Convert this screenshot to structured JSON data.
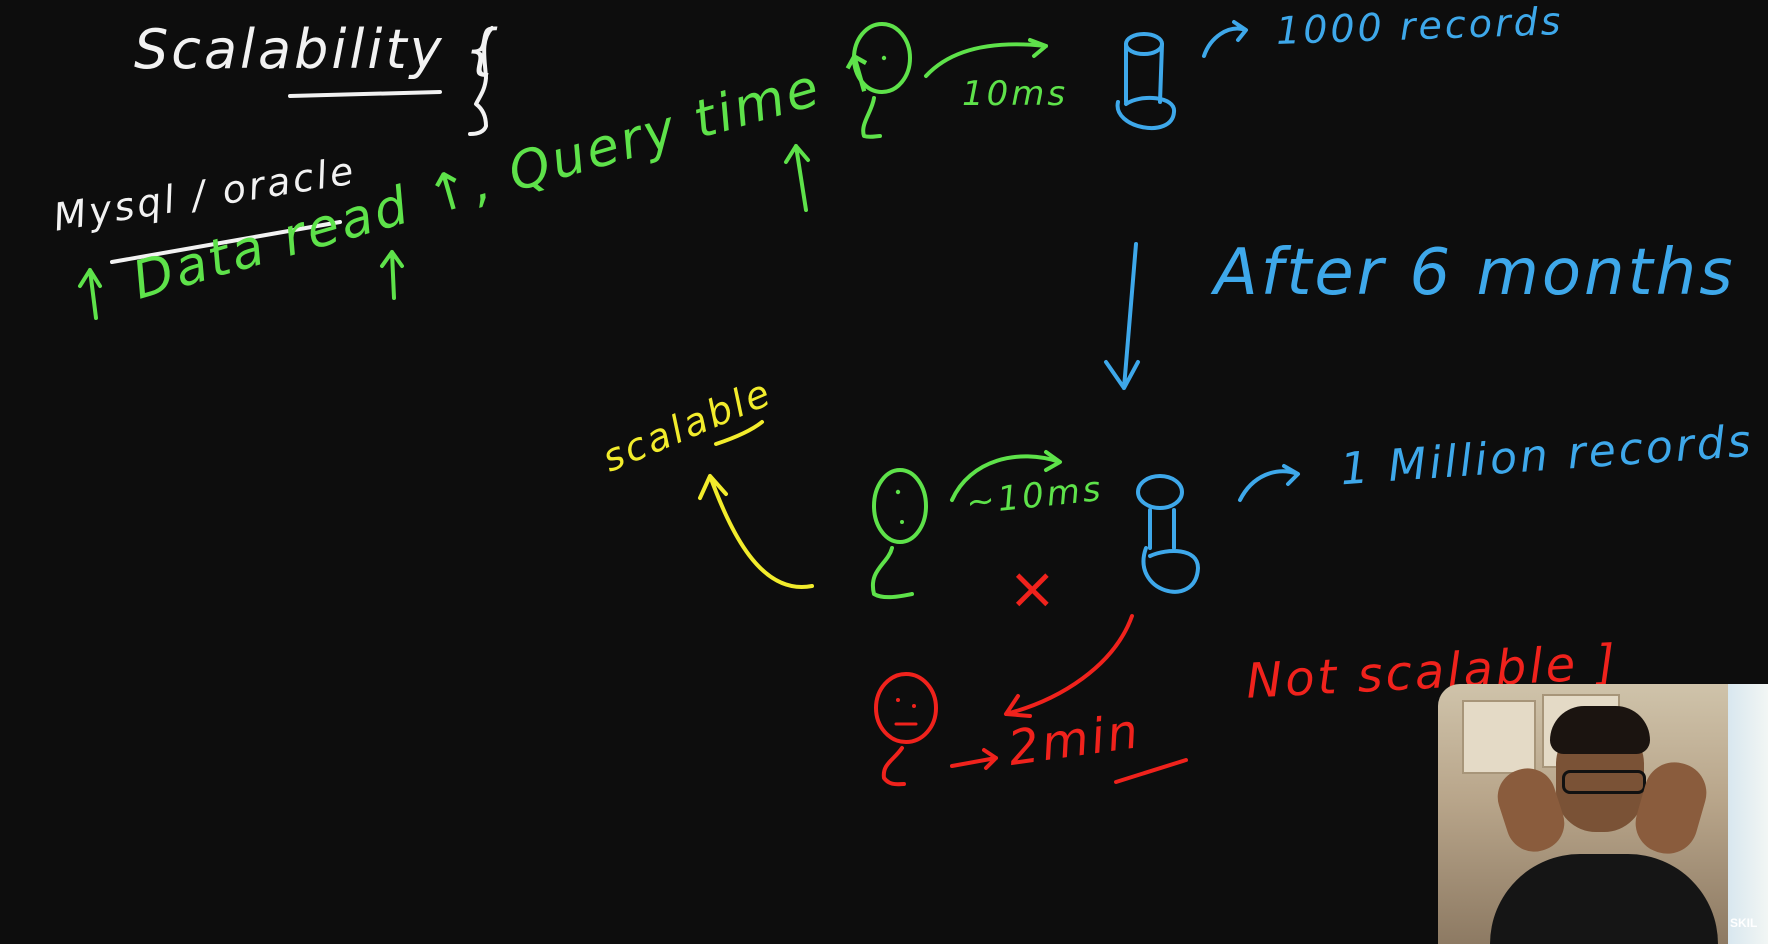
{
  "whiteboard": {
    "title": "Scalability {",
    "db_label": "Mysql / oracle",
    "data_read_text": "Data read ↑, Query time ↑",
    "latency_1": "10ms",
    "records_1": "1000 records",
    "after_text": "After 6 months",
    "latency_2": "~10ms",
    "records_2": "1 Million records",
    "scalable_text": "scalable",
    "latency_3": "2min",
    "not_scalable_text": "Not scalable ]",
    "cross_mark": "×"
  },
  "webcam": {
    "logo_text": "SKIL"
  },
  "colors": {
    "background": "#0d0d0d",
    "white_ink": "#f2f2f2",
    "green_ink": "#5ee24a",
    "blue_ink": "#3ea8ea",
    "yellow_ink": "#f2ec2c",
    "red_ink": "#f0221c"
  }
}
